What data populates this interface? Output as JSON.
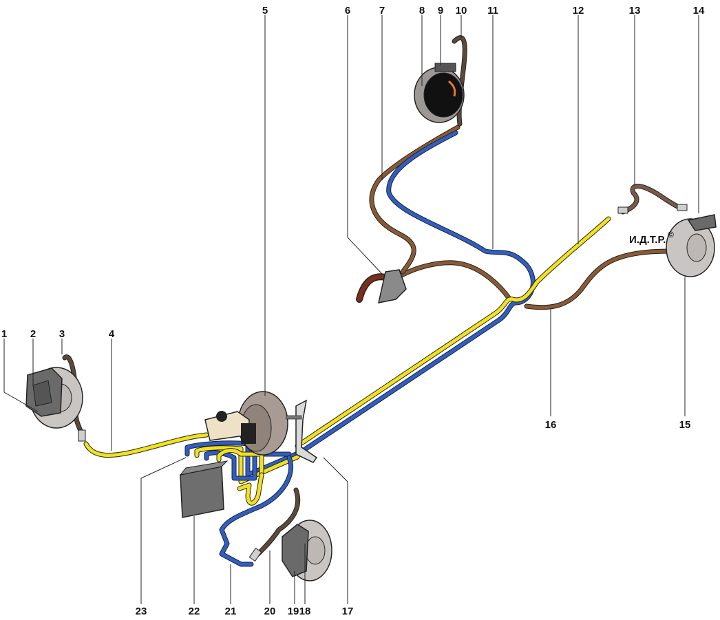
{
  "watermark": "И.Д.Т.Р.",
  "copyright_symbol": "©",
  "colors": {
    "brown_line": "#8a5a35",
    "blue_line": "#2f5ec4",
    "yellow_line": "#f2e21e",
    "disc": "#c9c5c3",
    "caliper": "#666666",
    "booster": "#a79b94",
    "reservoir": "#efe1c5",
    "abs_unit": "#6e6e6e"
  },
  "callouts": [
    {
      "n": "1"
    },
    {
      "n": "2"
    },
    {
      "n": "3"
    },
    {
      "n": "4"
    },
    {
      "n": "5"
    },
    {
      "n": "6"
    },
    {
      "n": "7"
    },
    {
      "n": "8"
    },
    {
      "n": "9"
    },
    {
      "n": "10"
    },
    {
      "n": "11"
    },
    {
      "n": "12"
    },
    {
      "n": "13"
    },
    {
      "n": "14"
    },
    {
      "n": "15"
    },
    {
      "n": "16"
    },
    {
      "n": "17"
    },
    {
      "n": "18"
    },
    {
      "n": "19"
    },
    {
      "n": "20"
    },
    {
      "n": "21"
    },
    {
      "n": "22"
    },
    {
      "n": "23"
    }
  ]
}
